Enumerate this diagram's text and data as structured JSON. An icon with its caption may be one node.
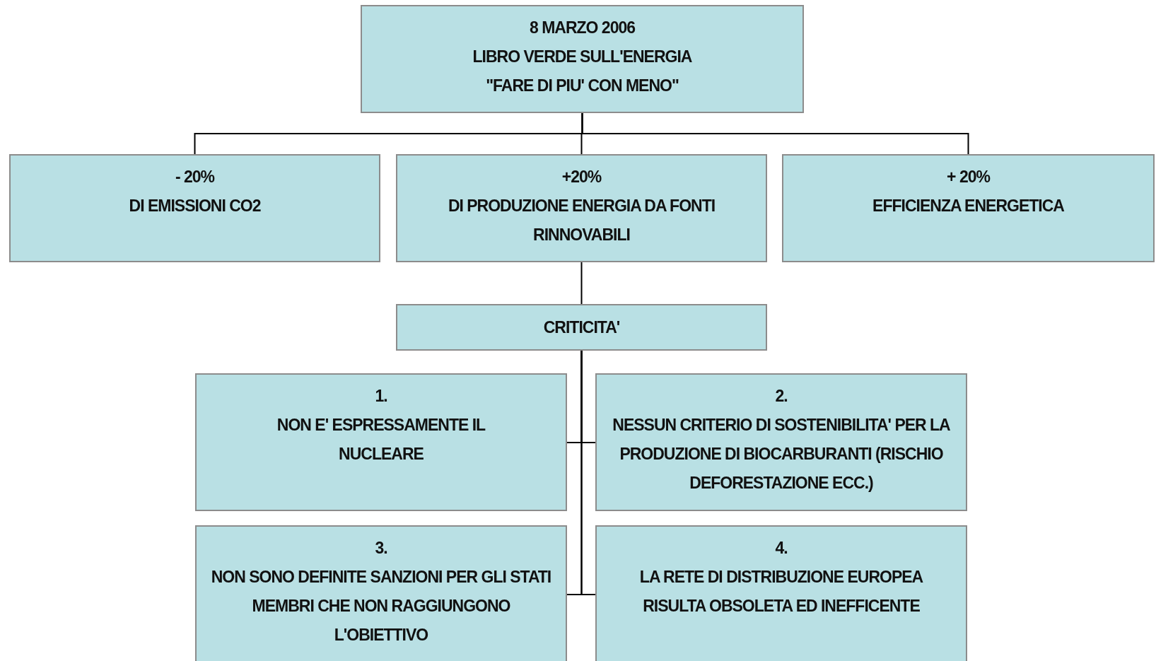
{
  "diagram": {
    "nodes": [
      {
        "text": [
          "8 MARZO 2006",
          "LIBRO VERDE SULL'ENERGIA",
          "\"FARE DI PIU' CON MENO\""
        ]
      },
      {
        "text": [
          "- 20%",
          "DI EMISSIONI CO2"
        ]
      },
      {
        "text": [
          "+20%",
          "DI PRODUZIONE ENERGIA DA FONTI RINNOVABILI"
        ]
      },
      {
        "text": [
          "+ 20%",
          "EFFICIENZA ENERGETICA"
        ]
      },
      {
        "text": [
          "CRITICITA'"
        ]
      },
      {
        "text": [
          "1.",
          "NON E' ESPRESSAMENTE IL NUCLEARE"
        ]
      },
      {
        "text": [
          "2.",
          "NESSUN CRITERIO DI SOSTENIBILITA' PER LA PRODUZIONE DI BIOCARBURANTI (RISCHIO DEFORESTAZIONE ECC.)"
        ]
      },
      {
        "text": [
          "3.",
          "NON SONO DEFINITE SANZIONI PER GLI STATI MEMBRI CHE NON RAGGIUNGONO L'OBIETTIVO"
        ]
      },
      {
        "text": [
          "4.",
          "LA RETE DI DISTRIBUZIONE EUROPEA RISULTA OBSOLETA ED INEFFICENTE"
        ]
      }
    ],
    "edges": [
      {
        "from": 0,
        "to": 1,
        "arrow": "none"
      },
      {
        "from": 0,
        "to": 2,
        "arrow": "none"
      },
      {
        "from": 0,
        "to": 3,
        "arrow": "none"
      },
      {
        "from": 2,
        "to": 4,
        "arrow": "none"
      },
      {
        "from": 4,
        "to": 5,
        "arrow": "none"
      },
      {
        "from": 4,
        "to": 6,
        "arrow": "none"
      },
      {
        "from": 4,
        "to": 7,
        "arrow": "none"
      },
      {
        "from": 4,
        "to": 8,
        "arrow": "none"
      }
    ]
  }
}
